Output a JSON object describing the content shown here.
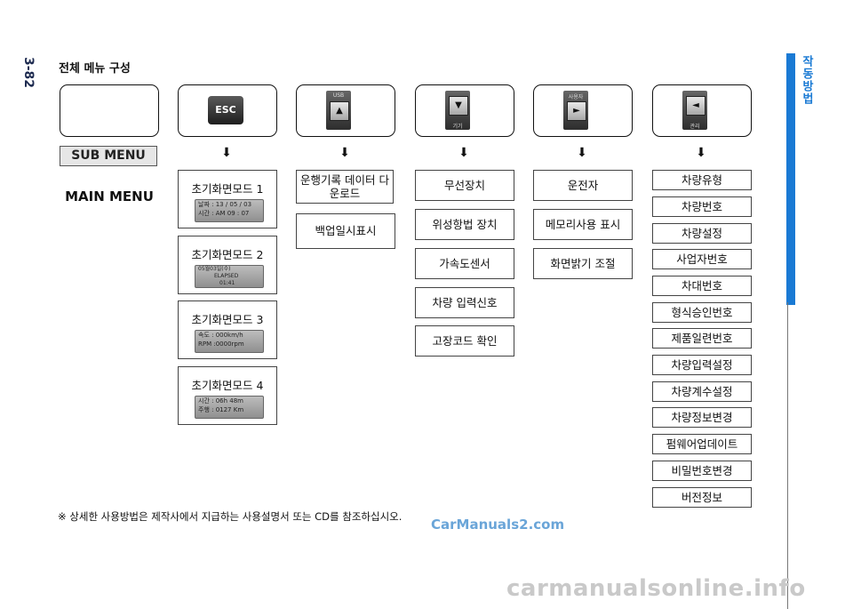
{
  "page_number": "3-82",
  "section_title": "전체 메뉴 구성",
  "side_tab": "작동방법",
  "main_menu_label": "MAIN MENU",
  "sub_menu_label": "SUB MENU",
  "buttons": {
    "esc": "ESC",
    "usb": {
      "cap_top": "USB",
      "glyph": "▲"
    },
    "down": {
      "glyph": "▼",
      "cap_bottom": "기기"
    },
    "user": {
      "cap_top": "사용자",
      "glyph": "►"
    },
    "left": {
      "glyph": "◄",
      "cap_bottom": "관리"
    }
  },
  "arrow_glyph": "⬇",
  "col_esc": [
    {
      "title": "초기화면모드 1",
      "lcd": [
        "날짜 : 13 / 05 / 03",
        "시간 : AM  09 : 07"
      ]
    },
    {
      "title": "초기화면모드 2",
      "lcd": [
        "05월03일(수)",
        "ELAPSED",
        "01:41"
      ]
    },
    {
      "title": "초기화면모드 3",
      "lcd": [
        "속도 : 000km/h",
        "RPM :0000rpm"
      ]
    },
    {
      "title": "초기화면모드 4",
      "lcd": [
        "시간 : 06h 48m",
        "주행 : 0127 Km"
      ]
    }
  ],
  "col_usb": [
    "운행기록 데이터 다운로드",
    "백업일시표시"
  ],
  "col_down": [
    "무선장치",
    "위성항법 장치",
    "가속도센서",
    "차량 입력신호",
    "고장코드 확인"
  ],
  "col_user": [
    "운전자",
    "메모리사용 표시",
    "화면밝기 조절"
  ],
  "col_left": [
    "차량유형",
    "차량번호",
    "차량설정",
    "사업자번호",
    "차대번호",
    "형식승인번호",
    "제품일련번호",
    "차량입력설정",
    "차량계수설정",
    "차량정보변경",
    "펌웨어업데이트",
    "비밀번호변경",
    "버전정보"
  ],
  "footnote": "※ 상세한 사용방법은 제작사에서 지급하는 사용설명서 또는 CD를 참조하십시오.",
  "watermark_top": "CarManuals2.com",
  "watermark_bottom": "carmanualsonline.info"
}
